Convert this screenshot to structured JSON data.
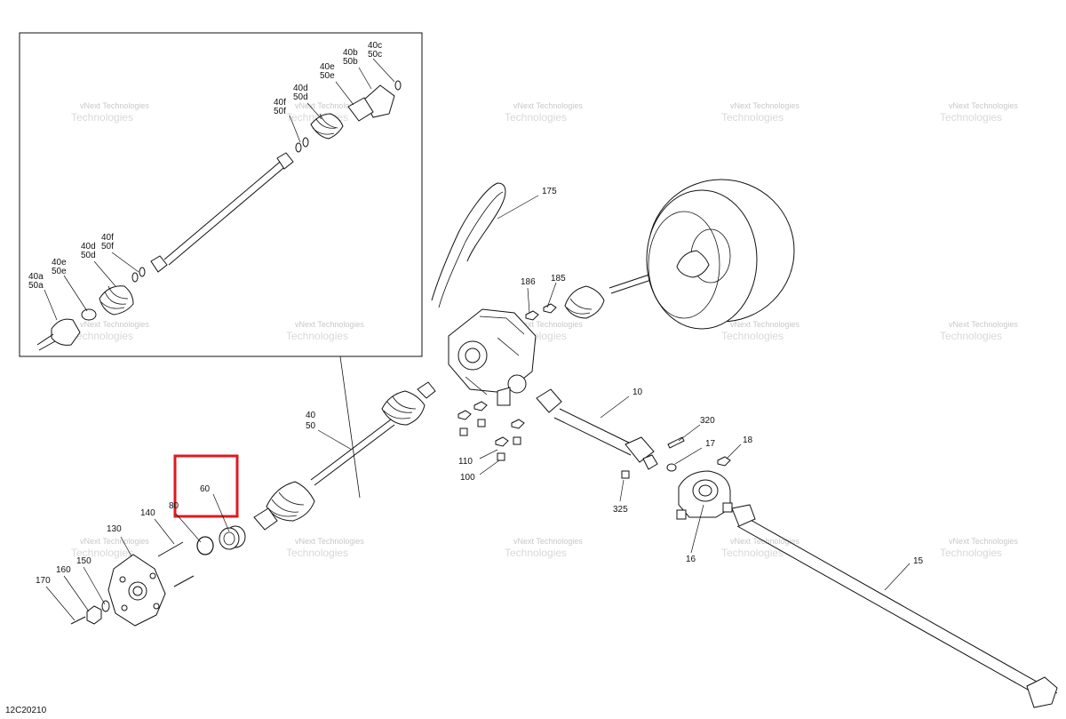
{
  "diagram_code": "12C20210",
  "watermark": {
    "line1": "vNext Technologies",
    "line2": "Technologies"
  },
  "highlight_color": "#e0191f",
  "callouts": {
    "c40c": "40c",
    "c50c": "50c",
    "c40b": "40b",
    "c50b": "50b",
    "c40e_top": "40e",
    "c50e_top": "50e",
    "c40d_top": "40d",
    "c50d_top": "50d",
    "c40f_top": "40f",
    "c50f_top": "50f",
    "c40f_bot": "40f",
    "c50f_bot": "50f",
    "c40d_bot": "40d",
    "c50d_bot": "50d",
    "c40e_bot": "40e",
    "c50e_bot": "50e",
    "c40a": "40a",
    "c50a": "50a",
    "c175": "175",
    "c186": "186",
    "c185": "185",
    "c10": "10",
    "c320": "320",
    "c17": "17",
    "c18": "18",
    "c40": "40",
    "c50": "50",
    "c110": "110",
    "c100": "100",
    "c325": "325",
    "c16": "16",
    "c15": "15",
    "c60": "60",
    "c80": "80",
    "c140": "140",
    "c130": "130",
    "c150": "150",
    "c160": "160",
    "c170": "170"
  }
}
